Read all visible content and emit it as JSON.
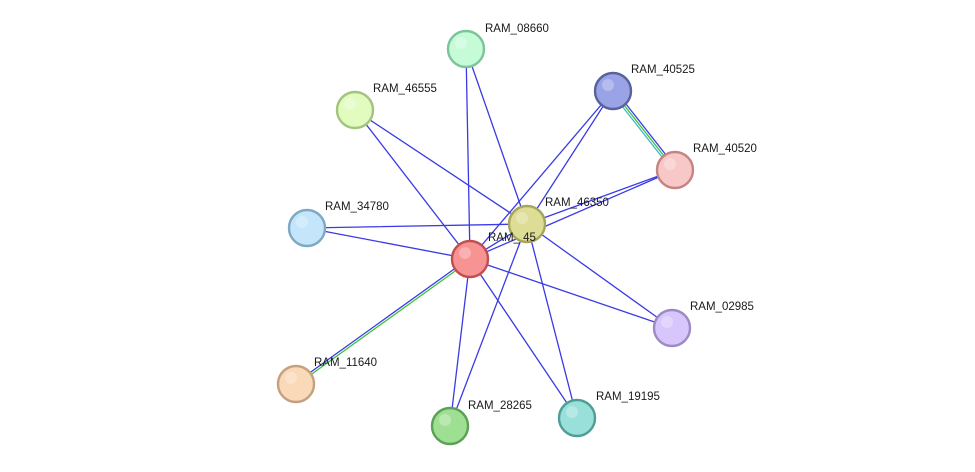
{
  "network": {
    "edge_colors": {
      "blue": "#3a3ae6",
      "green": "#3cc43c",
      "teal": "#3cb8c8"
    },
    "nodes": [
      {
        "id": "RAM_08660",
        "label": "RAM_08660",
        "fill": "#c6fbd8",
        "stroke": "#7cc49a"
      },
      {
        "id": "RAM_40525",
        "label": "RAM_40525",
        "fill": "#9aa3e6",
        "stroke": "#58629e"
      },
      {
        "id": "RAM_46555",
        "label": "RAM_46555",
        "fill": "#e2fbbf",
        "stroke": "#a3c47f"
      },
      {
        "id": "RAM_40520",
        "label": "RAM_40520",
        "fill": "#f8c8c8",
        "stroke": "#c48484"
      },
      {
        "id": "RAM_46350",
        "label": "RAM_46350",
        "fill": "#dedd96",
        "stroke": "#a6a55e"
      },
      {
        "id": "RAM_34780",
        "label": "RAM_34780",
        "fill": "#c4e6fb",
        "stroke": "#7ea8c4"
      },
      {
        "id": "RAM_center",
        "label": "RAM_    45",
        "fill": "#f79393",
        "stroke": "#c24f4f"
      },
      {
        "id": "RAM_02985",
        "label": "RAM_02985",
        "fill": "#d7c6fb",
        "stroke": "#9d89c4"
      },
      {
        "id": "RAM_11640",
        "label": "RAM_11640",
        "fill": "#fad9b8",
        "stroke": "#c4a080"
      },
      {
        "id": "RAM_28265",
        "label": "RAM_28265",
        "fill": "#9edf94",
        "stroke": "#5aa155"
      },
      {
        "id": "RAM_19195",
        "label": "RAM_19195",
        "fill": "#9ae0da",
        "stroke": "#4f9d97"
      }
    ],
    "edges": [
      {
        "source": "RAM_08660",
        "target": "RAM_center",
        "colors": [
          "blue"
        ]
      },
      {
        "source": "RAM_08660",
        "target": "RAM_46350",
        "colors": [
          "blue"
        ]
      },
      {
        "source": "RAM_46555",
        "target": "RAM_center",
        "colors": [
          "blue"
        ]
      },
      {
        "source": "RAM_46555",
        "target": "RAM_46350",
        "colors": [
          "blue"
        ]
      },
      {
        "source": "RAM_40525",
        "target": "RAM_center",
        "colors": [
          "blue"
        ]
      },
      {
        "source": "RAM_40525",
        "target": "RAM_46350",
        "colors": [
          "blue"
        ]
      },
      {
        "source": "RAM_40525",
        "target": "RAM_40520",
        "colors": [
          "blue",
          "green",
          "teal"
        ]
      },
      {
        "source": "RAM_40520",
        "target": "RAM_center",
        "colors": [
          "blue"
        ]
      },
      {
        "source": "RAM_40520",
        "target": "RAM_46350",
        "colors": [
          "blue"
        ]
      },
      {
        "source": "RAM_34780",
        "target": "RAM_center",
        "colors": [
          "blue"
        ]
      },
      {
        "source": "RAM_34780",
        "target": "RAM_46350",
        "colors": [
          "blue"
        ]
      },
      {
        "source": "RAM_46350",
        "target": "RAM_center",
        "colors": [
          "blue"
        ]
      },
      {
        "source": "RAM_02985",
        "target": "RAM_center",
        "colors": [
          "blue"
        ]
      },
      {
        "source": "RAM_02985",
        "target": "RAM_46350",
        "colors": [
          "blue"
        ]
      },
      {
        "source": "RAM_11640",
        "target": "RAM_center",
        "colors": [
          "blue",
          "green"
        ]
      },
      {
        "source": "RAM_28265",
        "target": "RAM_center",
        "colors": [
          "blue"
        ]
      },
      {
        "source": "RAM_28265",
        "target": "RAM_46350",
        "colors": [
          "blue"
        ]
      },
      {
        "source": "RAM_19195",
        "target": "RAM_center",
        "colors": [
          "blue"
        ]
      },
      {
        "source": "RAM_19195",
        "target": "RAM_46350",
        "colors": [
          "blue"
        ]
      }
    ]
  }
}
